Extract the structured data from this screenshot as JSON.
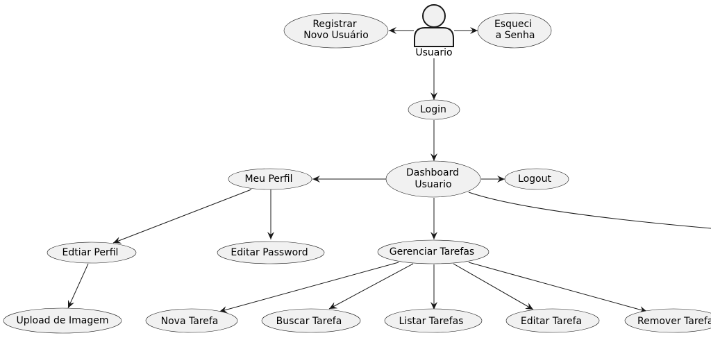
{
  "actor": {
    "name": "Usuario",
    "icon": "user-actor-icon"
  },
  "use_cases": {
    "registrar": [
      "Registrar",
      "Novo Usuário"
    ],
    "esqueci": [
      "Esqueci",
      "a Senha"
    ],
    "login": [
      "Login"
    ],
    "dashboard": [
      "Dashboard",
      "Usuario"
    ],
    "logout": [
      "Logout"
    ],
    "meu_perfil": [
      "Meu Perfil"
    ],
    "editar_perfil": [
      "Edtiar Perfil"
    ],
    "editar_password": [
      "Editar Password"
    ],
    "upload_imagem": [
      "Upload de Imagem"
    ],
    "gerenciar_tarefas": [
      "Gerenciar Tarefas"
    ],
    "nova_tarefa": [
      "Nova Tarefa"
    ],
    "buscar_tarefa": [
      "Buscar Tarefa"
    ],
    "listar_tarefas": [
      "Listar Tarefas"
    ],
    "editar_tarefa": [
      "Editar Tarefa"
    ],
    "remover_tarefa": [
      "Remover Tarefa"
    ]
  },
  "colors": {
    "node_fill": "#f1f1f1",
    "stroke": "#181818",
    "edge": "#181818"
  }
}
